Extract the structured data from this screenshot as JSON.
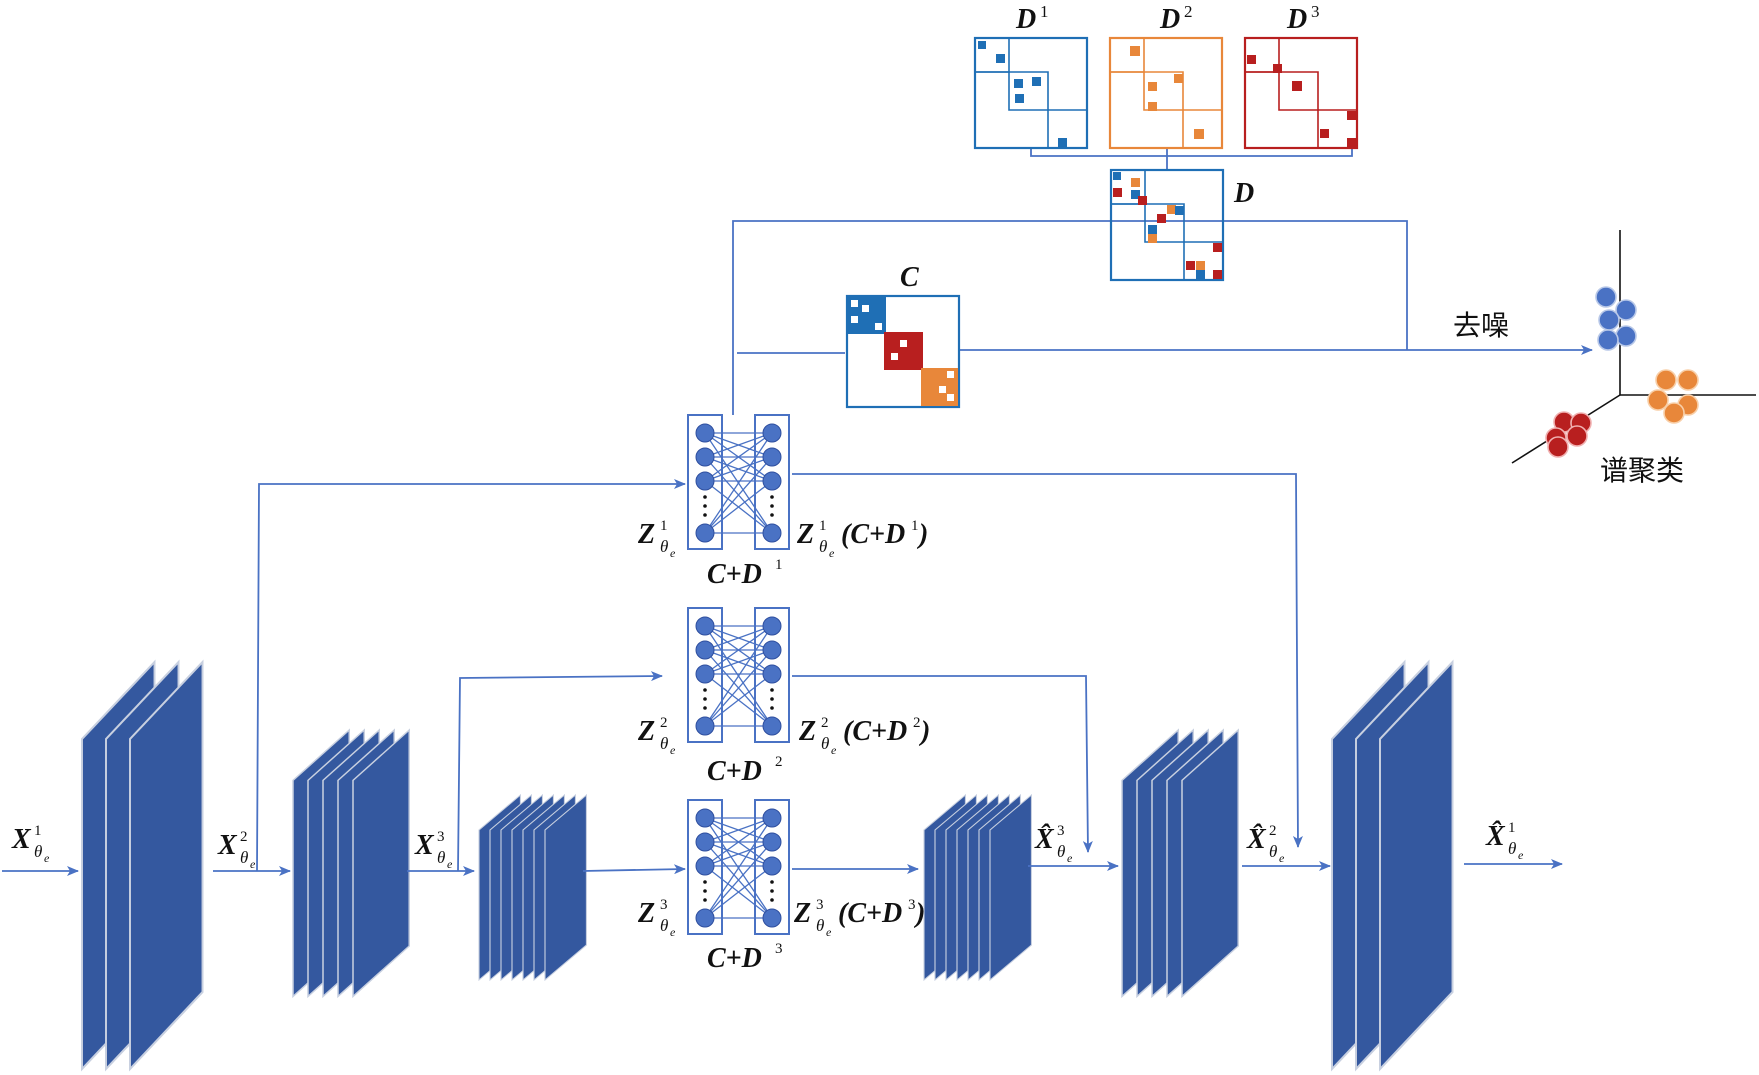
{
  "colors": {
    "accent_blue": "#2f4f9f",
    "line_blue": "#4a72c4",
    "d1_blue": "#1f6fb5",
    "d2_orange": "#e8873a",
    "d3_red": "#b81f1f"
  },
  "labels": {
    "x1": {
      "main": "X",
      "sup": "1",
      "sub": "θ",
      "subsub": "e"
    },
    "x2": {
      "main": "X",
      "sup": "2",
      "sub": "θ",
      "subsub": "e"
    },
    "x3": {
      "main": "X",
      "sup": "3",
      "sub": "θ",
      "subsub": "e"
    },
    "xh3": {
      "main": "X̂",
      "sup": "3",
      "sub": "θ",
      "subsub": "e"
    },
    "xh2": {
      "main": "X̂",
      "sup": "2",
      "sub": "θ",
      "subsub": "e"
    },
    "xh1": {
      "main": "X̂",
      "sup": "1",
      "sub": "θ",
      "subsub": "e"
    },
    "z1": {
      "main": "Z",
      "sup": "1",
      "sub": "θ",
      "subsub": "e"
    },
    "z2": {
      "main": "Z",
      "sup": "2",
      "sub": "θ",
      "subsub": "e"
    },
    "z3": {
      "main": "Z",
      "sup": "3",
      "sub": "θ",
      "subsub": "e"
    },
    "zcd1": {
      "main": "Z",
      "sup": "1",
      "sub": "θ",
      "subsub": "e",
      "tail_a": "(C+D",
      "tail_sup": "1",
      "tail_b": ")"
    },
    "zcd2": {
      "main": "Z",
      "sup": "2",
      "sub": "θ",
      "subsub": "e",
      "tail_a": "(C+D",
      "tail_sup": "2",
      "tail_b": ")"
    },
    "zcd3": {
      "main": "Z",
      "sup": "3",
      "sub": "θ",
      "subsub": "e",
      "tail_a": "(C+D",
      "tail_sup": "3",
      "tail_b": ")"
    },
    "cd1": {
      "text": "C+D",
      "sup": "1"
    },
    "cd2": {
      "text": "C+D",
      "sup": "2"
    },
    "cd3": {
      "text": "C+D",
      "sup": "3"
    },
    "d1": {
      "text": "D",
      "sup": "1"
    },
    "d2": {
      "text": "D",
      "sup": "2"
    },
    "d3": {
      "text": "D",
      "sup": "3"
    },
    "d": "D",
    "c": "C",
    "denoise": "去噪",
    "spectral": "谱聚类"
  }
}
